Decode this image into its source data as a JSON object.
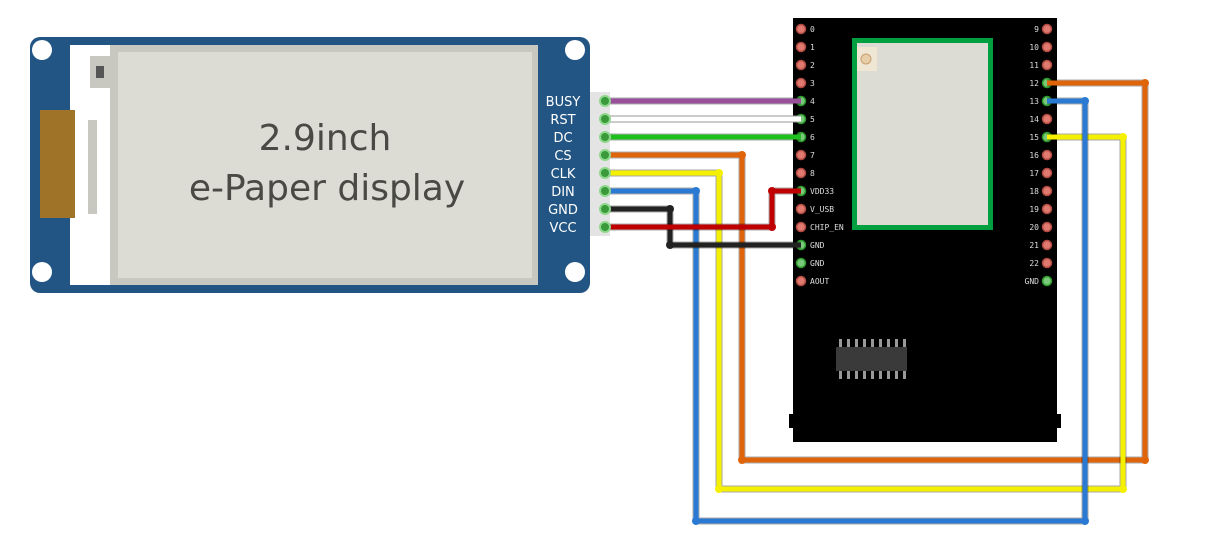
{
  "display": {
    "title_line1": "2.9inch",
    "title_line2": "e-Paper display",
    "board_color": "#225583",
    "pins": [
      "BUSY",
      "RST",
      "DC",
      "CS",
      "CLK",
      "DIN",
      "GND",
      "VCC"
    ]
  },
  "mcu_board": {
    "left_pins": [
      "0",
      "1",
      "2",
      "3",
      "4",
      "5",
      "6",
      "7",
      "8",
      "VDD33",
      "V_USB",
      "CHIP_EN",
      "GND",
      "GND",
      "AOUT"
    ],
    "right_pins": [
      "9",
      "10",
      "11",
      "12",
      "13",
      "14",
      "15",
      "16",
      "17",
      "18",
      "19",
      "20",
      "21",
      "22",
      "GND"
    ]
  },
  "wires": [
    {
      "from": "BUSY",
      "to": "4",
      "color": "#9a4f9a"
    },
    {
      "from": "RST",
      "to": "5",
      "color": "#ffffff"
    },
    {
      "from": "DC",
      "to": "6",
      "color": "#1ec01e"
    },
    {
      "from": "CS",
      "to": "12",
      "color": "#e0640a"
    },
    {
      "from": "CLK",
      "to": "15",
      "color": "#f5f000"
    },
    {
      "from": "DIN",
      "to": "13",
      "color": "#2a7ad4"
    },
    {
      "from": "GND",
      "to": "GND",
      "color": "#222222"
    },
    {
      "from": "VCC",
      "to": "VDD33",
      "color": "#c00000"
    }
  ]
}
